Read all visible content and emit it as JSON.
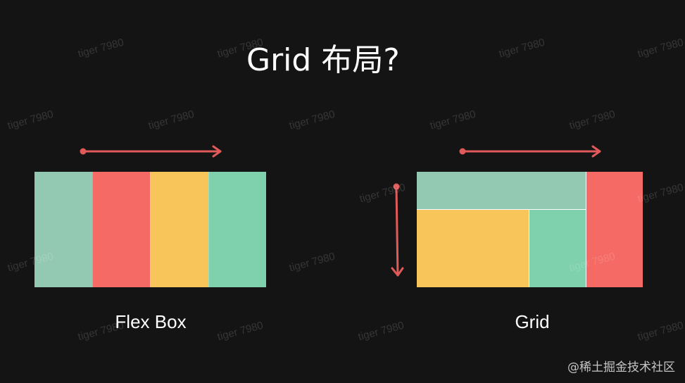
{
  "title": "Grid 布局?",
  "flex": {
    "label": "Flex Box",
    "cells": [
      {
        "color": "#93c9b3"
      },
      {
        "color": "#f56a64"
      },
      {
        "color": "#f7c55a"
      },
      {
        "color": "#7fd1ad"
      }
    ]
  },
  "grid": {
    "label": "Grid",
    "cells": {
      "top": "#93c9b3",
      "right": "#f56a64",
      "left": "#f7c55a",
      "mid": "#7fd1ad"
    }
  },
  "arrow_color": "#e05a5a",
  "watermark": "tiger 7980",
  "credit": "@稀土掘金技术社区"
}
